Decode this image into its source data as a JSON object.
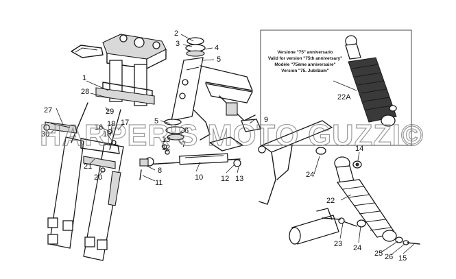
{
  "part_numbers": [
    "1",
    "2",
    "3",
    "4",
    "5",
    "5",
    "6",
    "7",
    "8",
    "9",
    "10",
    "11",
    "12",
    "12",
    "13",
    "13",
    "14",
    "15",
    "16",
    "17",
    "18",
    "19",
    "20",
    "21",
    "22",
    "22A",
    "23",
    "24",
    "24",
    "25",
    "26",
    "27",
    "28",
    "29",
    "30"
  ],
  "callout_box": {
    "lines": [
      "Versione \"75\" anniversario",
      "Valid for version \"75th anniversary\"",
      "Modèle \"75ème anniversaire\"",
      "Version \"75. Jubiläum\""
    ]
  },
  "watermark": "HARPER'S MOTO GUZZI©"
}
